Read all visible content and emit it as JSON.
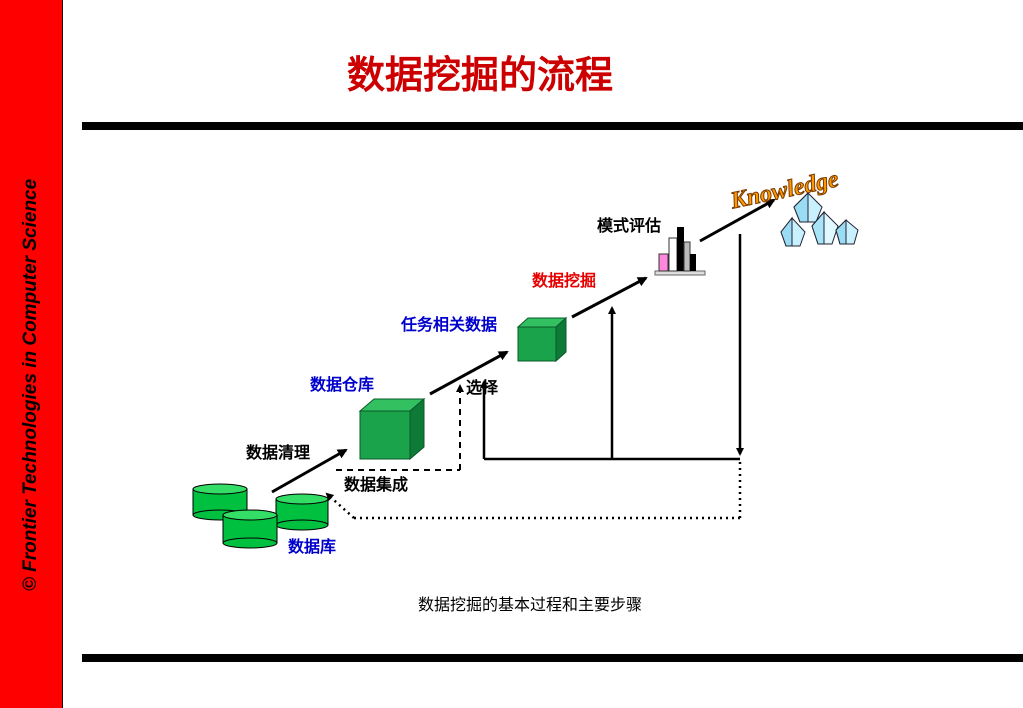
{
  "sidebar": {
    "text": "©  Frontier Technologies in Computer Science"
  },
  "title": "数据挖掘的流程",
  "diagram": {
    "nodes": {
      "database": "数据库",
      "data_warehouse": "数据仓库",
      "task_relevant_data": "任务相关数据",
      "data_mining": "数据挖掘",
      "pattern_evaluation": "模式评估",
      "knowledge": "Knowledge"
    },
    "edges": {
      "data_cleaning": "数据清理",
      "data_integration": "数据集成",
      "selection": "选择"
    },
    "caption": "数据挖掘的基本过程和主要步骤"
  },
  "colors": {
    "sidebar": "#ff0000",
    "title": "#cc0000",
    "node_blue": "#0000cc",
    "node_red": "#e60000",
    "cube": "#1aa34a",
    "knowledge": "#ff9900"
  }
}
